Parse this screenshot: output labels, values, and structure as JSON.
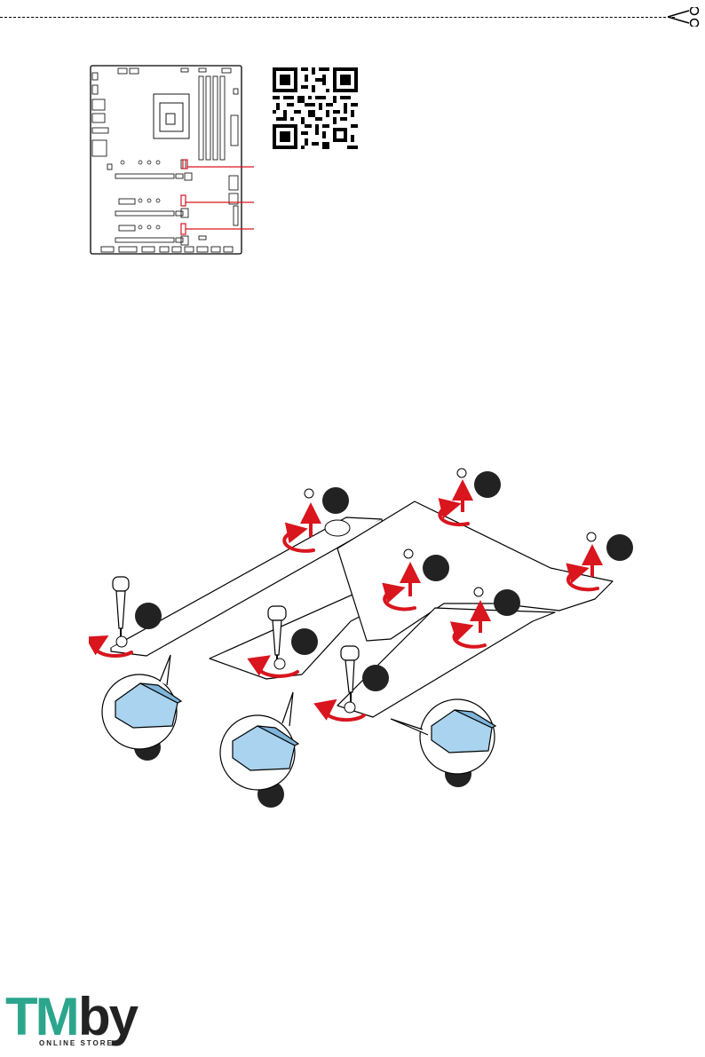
{
  "logo": {
    "brand_tm": "TM",
    "brand_by": "by",
    "tagline": "ONLINE STORE"
  },
  "colors": {
    "accent_red": "#d9151e",
    "pad_blue": "#a9d3ef",
    "logo_green": "#2ca58d"
  },
  "icons": [
    "scissors-icon",
    "screwdriver-icon",
    "screw-icon",
    "rotate-arrow-icon",
    "lift-arrow-icon",
    "callout-circle-icon"
  ]
}
